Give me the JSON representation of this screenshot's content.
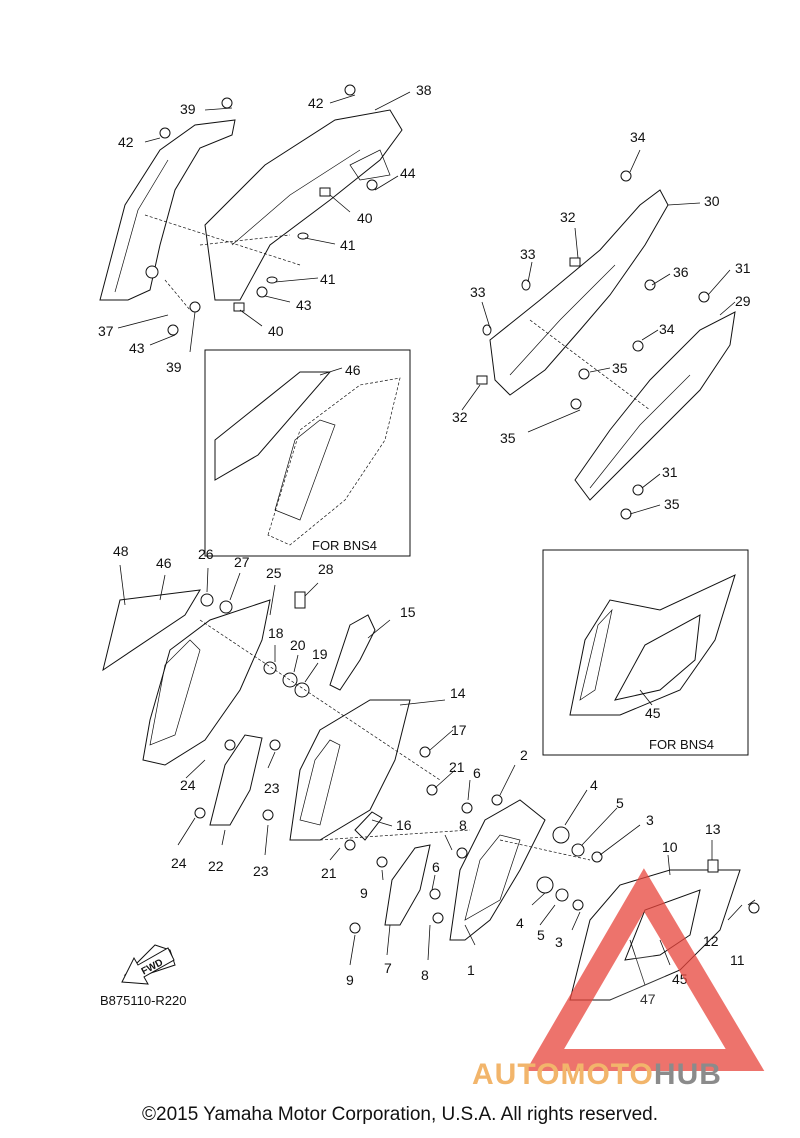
{
  "callouts": [
    "1",
    "2",
    "3",
    "3",
    "4",
    "4",
    "5",
    "5",
    "6",
    "6",
    "7",
    "8",
    "8",
    "9",
    "9",
    "10",
    "11",
    "12",
    "13",
    "14",
    "15",
    "16",
    "17",
    "18",
    "19",
    "20",
    "21",
    "21",
    "22",
    "23",
    "23",
    "24",
    "24",
    "25",
    "26",
    "27",
    "28",
    "29",
    "30",
    "31",
    "31",
    "32",
    "32",
    "33",
    "33",
    "34",
    "34",
    "35",
    "35",
    "35",
    "36",
    "37",
    "38",
    "39",
    "39",
    "40",
    "40",
    "41",
    "41",
    "42",
    "42",
    "43",
    "43",
    "44",
    "45",
    "45",
    "46",
    "46",
    "47",
    "48"
  ],
  "insets": {
    "left_label": "FOR BNS4",
    "right_label": "FOR BNS4"
  },
  "arrow_label": "FWD",
  "reference_code": "B875110-R220",
  "copyright": "©2015 Yamaha Motor Corporation, U.S.A. All rights reserved.",
  "watermark": {
    "part1": "AUTOMOTO",
    "part2": "HUB"
  },
  "colors": {
    "ink": "#111111",
    "watermark_red": "#e8453c",
    "watermark_orange": "#f2b56b",
    "watermark_gray": "#8b8b8b"
  }
}
